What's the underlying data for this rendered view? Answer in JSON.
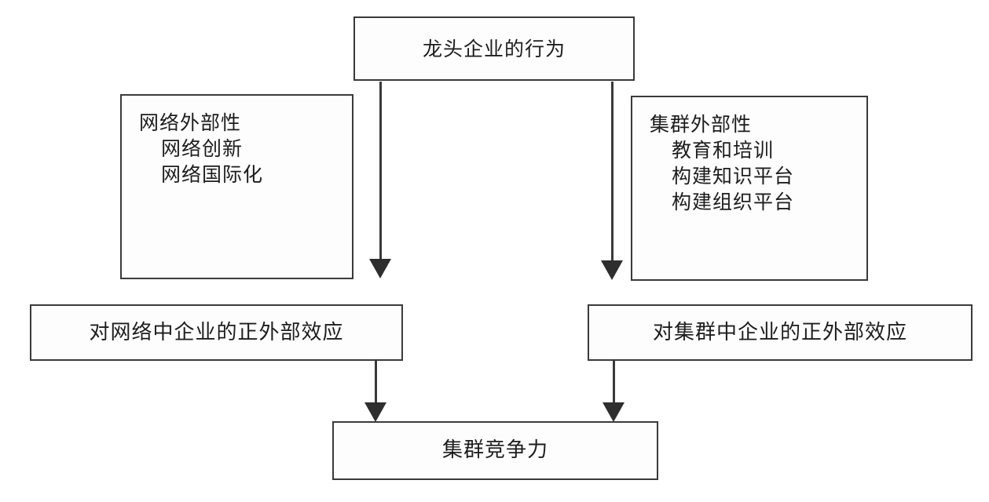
{
  "diagram": {
    "type": "flowchart",
    "orientation": "top-down",
    "nodes": {
      "top": {
        "label": "龙头企业的行为"
      },
      "network_factors": {
        "heading": "网络外部性",
        "items": [
          "网络创新",
          "网络国际化"
        ]
      },
      "cluster_factors": {
        "heading": "集群外部性",
        "items": [
          "教育和培训",
          "构建知识平台",
          "构建组织平台"
        ]
      },
      "network_effect": {
        "label": "对网络中企业的正外部效应"
      },
      "cluster_effect": {
        "label": "对集群中企业的正外部效应"
      },
      "competitiveness": {
        "label": "集群竞争力"
      }
    },
    "edges": [
      {
        "id": "top-to-network",
        "from": "top",
        "to": "network_effect",
        "style": "solid-arrow"
      },
      {
        "id": "top-to-cluster",
        "from": "top",
        "to": "cluster_effect",
        "style": "solid-arrow"
      },
      {
        "id": "network-to-outcome",
        "from": "network_effect",
        "to": "competitiveness",
        "style": "solid-arrow"
      },
      {
        "id": "cluster-to-outcome",
        "from": "cluster_effect",
        "to": "competitiveness",
        "style": "solid-arrow"
      }
    ],
    "colors": {
      "box_border": "#3a3a3a",
      "box_fill": "#fdfdfd",
      "text": "#1d1d1d",
      "arrow": "#2e2e2e",
      "background": "#ffffff"
    }
  }
}
